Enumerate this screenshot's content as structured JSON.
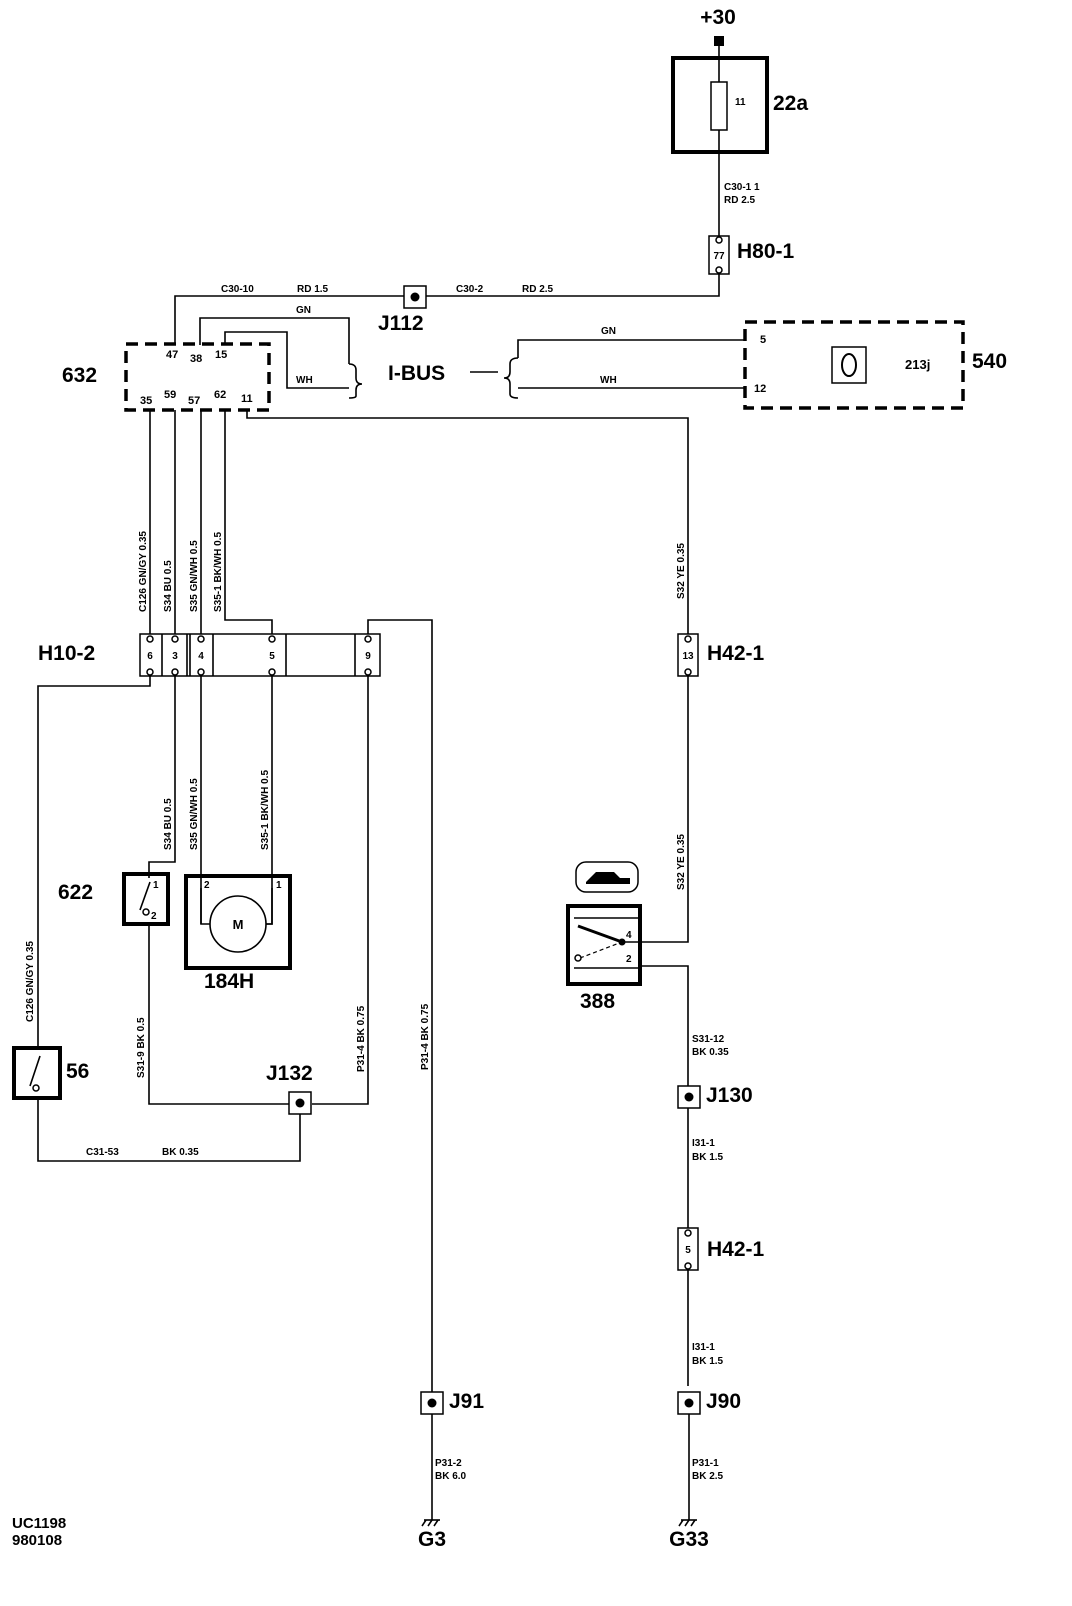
{
  "diagram": {
    "supply": "+30",
    "ref_code": "UC1198",
    "ref_date": "980108",
    "components": {
      "fuse_box": "22a",
      "fuse_pin": "11",
      "h80": "H80-1",
      "h80_pin": "77",
      "j112": "J112",
      "cm632": "632",
      "cm632_pins_top": [
        "47",
        "38",
        "15"
      ],
      "cm632_pins_bottom": [
        "35",
        "59",
        "57",
        "62",
        "11"
      ],
      "ibus": "I-BUS",
      "m540": "540",
      "m540_sub": "213j",
      "m540_pin5": "5",
      "m540_pin12": "12",
      "h10": "H10-2",
      "h10_pins": [
        "6",
        "3",
        "4",
        "5",
        "9"
      ],
      "h42_top": "H42-1",
      "h42_top_pin": "13",
      "sw622": "622",
      "sw622_pin1": "1",
      "sw622_pin2": "2",
      "motor": "184H",
      "motor_symbol": "M",
      "motor_pin2": "2",
      "motor_pin1": "1",
      "sw388": "388",
      "sw388_pin4": "4",
      "sw388_pin2": "2",
      "sw56": "56",
      "j132": "J132",
      "j130": "J130",
      "h42_bot": "H42-1",
      "h42_bot_pin": "5",
      "j91": "J91",
      "j90": "J90",
      "g3": "G3",
      "g33": "G33"
    },
    "wires": {
      "c30_11_a": "C30-1 1",
      "c30_11_b": "RD  2.5",
      "c30_10": "C30-10",
      "c30_10_spec": "RD  1.5",
      "c30_2": "C30-2",
      "c30_2_spec": "RD  2.5",
      "gn_left": "GN",
      "wh_left": "WH",
      "gn_right": "GN",
      "wh_right": "WH",
      "v_c126": "C126  GN/GY  0.35",
      "v_s34": "S34  BU  0.5",
      "v_s35": "S35  GN/WH  0.5",
      "v_s351": "S35-1  BK/WH  0.5",
      "v_s32_top": "S32  YE  0.35",
      "v_s34_b": "S34  BU  0.5",
      "v_s35_b": "S35  GN/WH  0.5",
      "v_s351_b": "S35-1  BK/WH  0.5",
      "v_s32_bot": "S32  YE  0.35",
      "v_c126_b": "C126  GN/GY  0.35",
      "v_s319": "S31-9  BK  0.5",
      "v_p314_a": "P31-4  BK  0.75",
      "v_p314_b": "P31-4  BK  0.75",
      "s3112_a": "S31-12",
      "s3112_b": "BK  0.35",
      "c3153": "C31-53",
      "c3153_spec": "BK  0.35",
      "i311_a1": "I31-1",
      "i311_a2": "BK  1.5",
      "i311_b1": "I31-1",
      "i311_b2": "BK  1.5",
      "p312_a": "P31-2",
      "p312_b": "BK  6.0",
      "p311_a": "P31-1",
      "p311_b": "BK  2.5"
    }
  }
}
